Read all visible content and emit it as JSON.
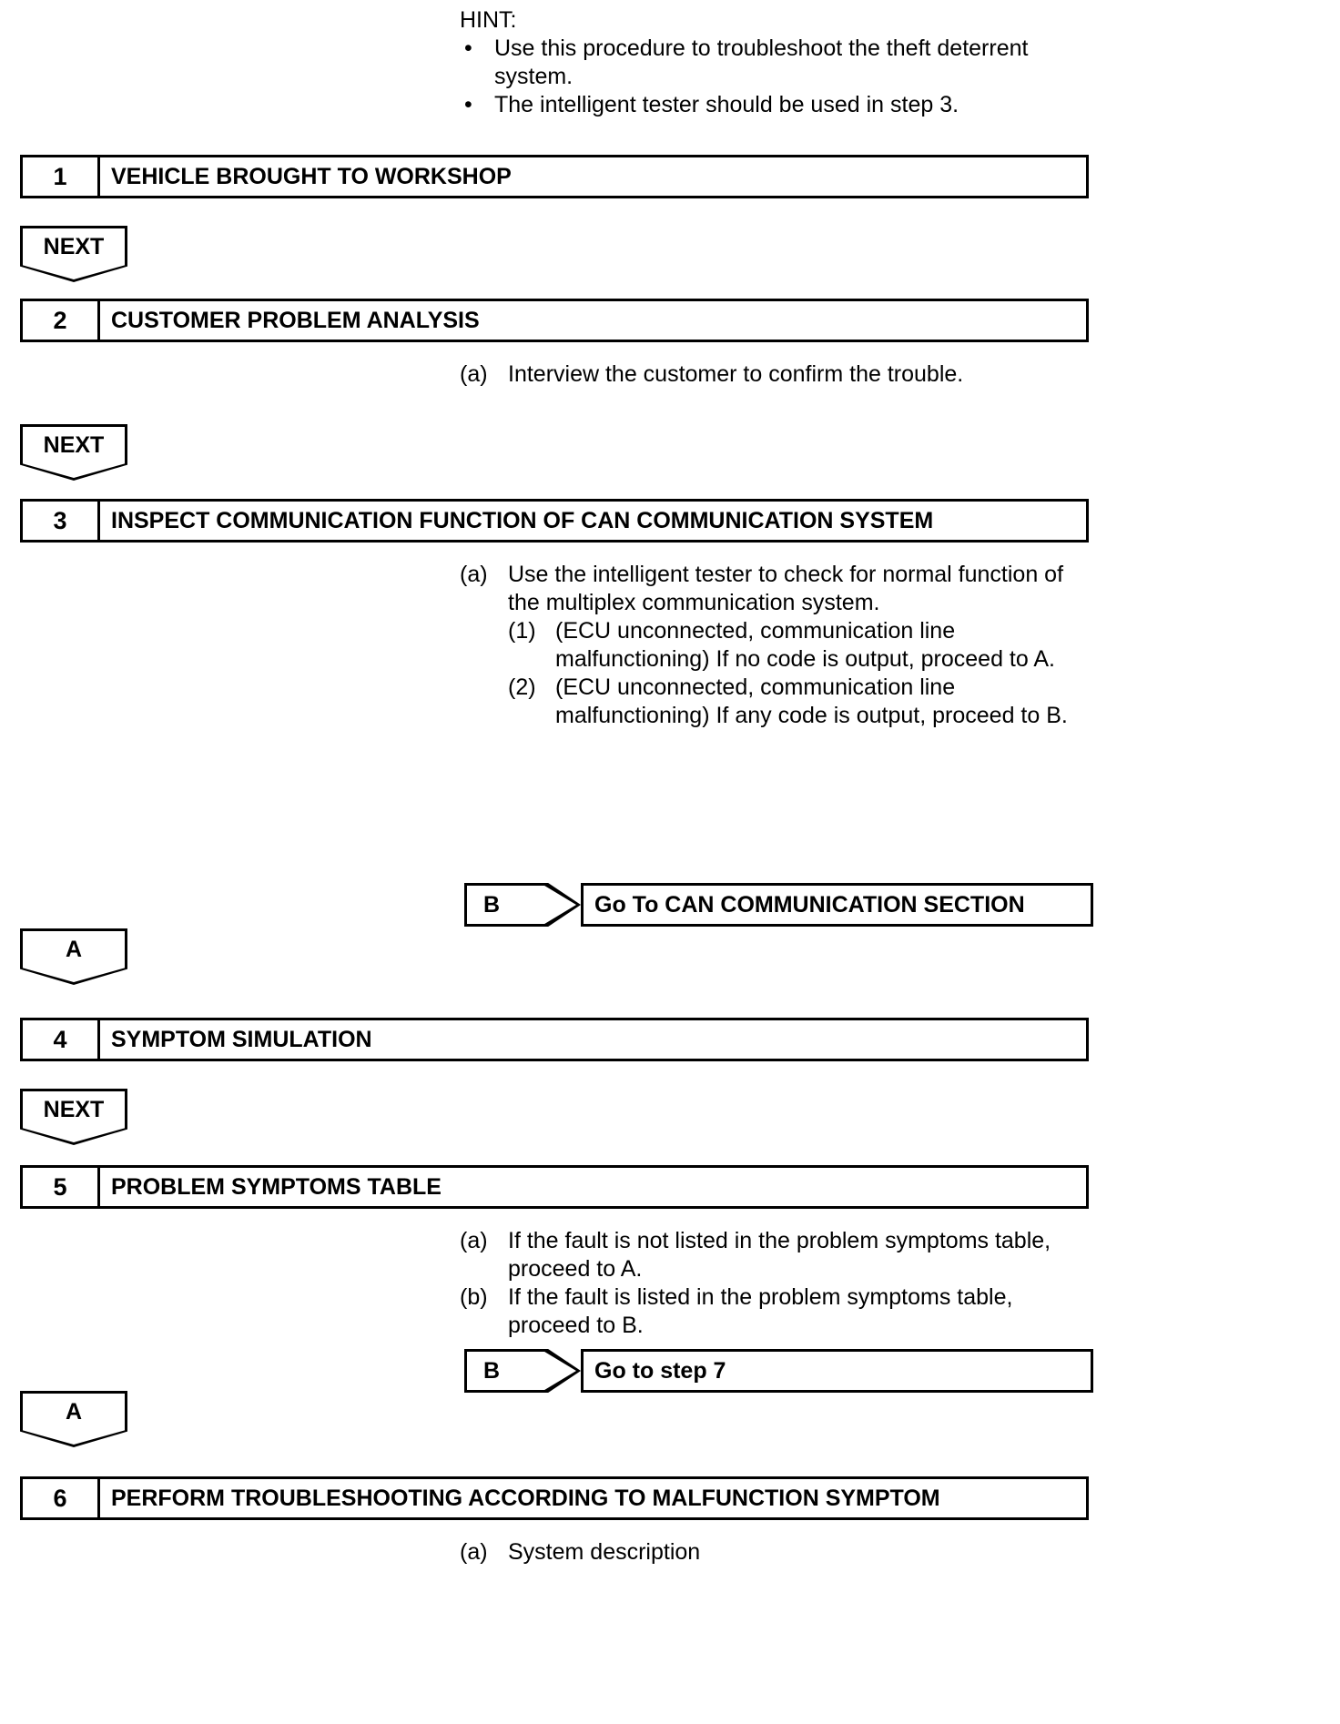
{
  "hint": {
    "title": "HINT:",
    "bullet_glyph": "•",
    "items": [
      "Use this procedure to troubleshoot the theft deterrent system.",
      "The intelligent tester should be used in step 3."
    ]
  },
  "connectors": {
    "next_label": "NEXT",
    "a_label": "A",
    "b_label": "B"
  },
  "steps": [
    {
      "number": "1",
      "title": "VEHICLE BROUGHT TO WORKSHOP"
    },
    {
      "number": "2",
      "title": "CUSTOMER PROBLEM ANALYSIS",
      "details": [
        {
          "label": "(a)",
          "text": "Interview the customer to confirm the trouble."
        }
      ]
    },
    {
      "number": "3",
      "title": "INSPECT COMMUNICATION FUNCTION OF CAN COMMUNICATION SYSTEM",
      "details": [
        {
          "label": "(a)",
          "text": "Use the intelligent tester to check for normal function of the multiplex communication system.",
          "subitems": [
            {
              "label": "(1)",
              "text": "(ECU unconnected, communication line malfunctioning) If no code is output, proceed to A."
            },
            {
              "label": "(2)",
              "text": "(ECU unconnected, communication line malfunctioning) If any code is output, proceed to B."
            }
          ]
        }
      ],
      "branch": {
        "tag": "B",
        "target": "Go To CAN COMMUNICATION SECTION"
      }
    },
    {
      "number": "4",
      "title": "SYMPTOM SIMULATION"
    },
    {
      "number": "5",
      "title": "PROBLEM SYMPTOMS TABLE",
      "details": [
        {
          "label": "(a)",
          "text": "If the fault is not listed in the problem symptoms table, proceed to A."
        },
        {
          "label": "(b)",
          "text": "If the fault is listed in the problem symptoms table, proceed to B."
        }
      ],
      "branch": {
        "tag": "B",
        "target": "Go to step 7"
      }
    },
    {
      "number": "6",
      "title": "PERFORM TROUBLESHOOTING ACCORDING TO MALFUNCTION SYMPTOM",
      "details": [
        {
          "label": "(a)",
          "text": "System description"
        }
      ]
    }
  ]
}
